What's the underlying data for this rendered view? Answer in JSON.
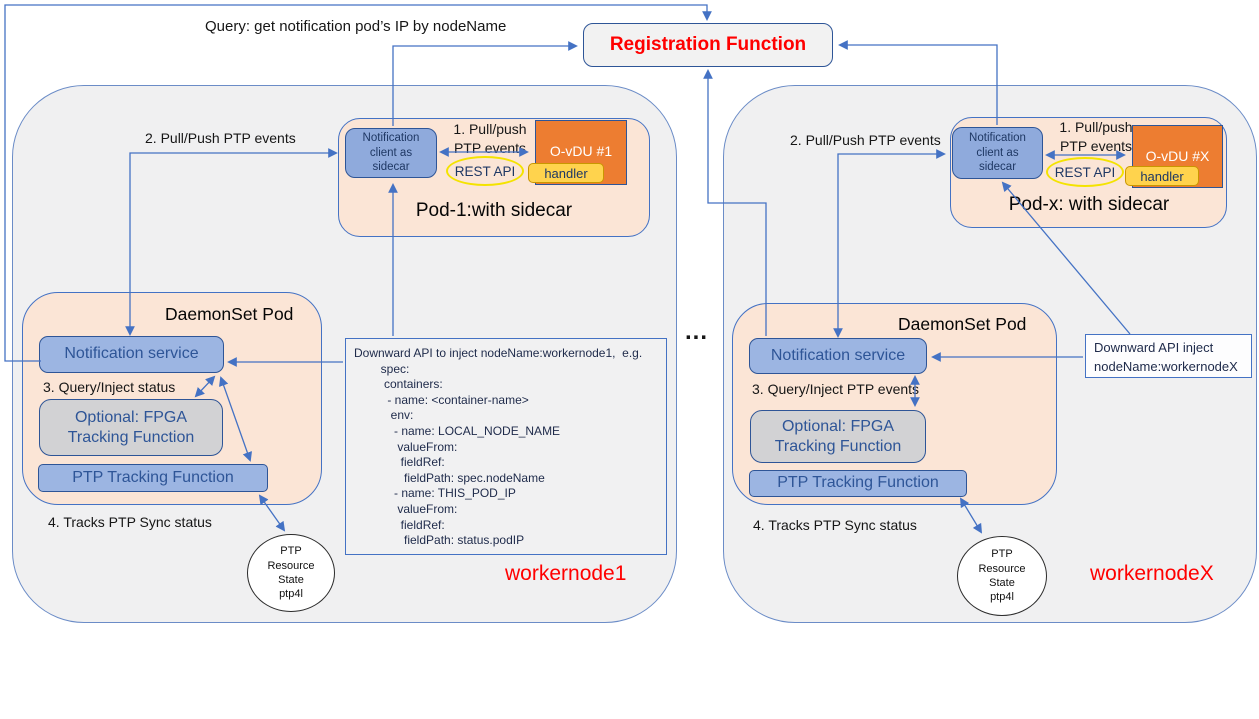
{
  "colors": {
    "arrow": "#4472C4",
    "node_fill": "#f0f0f1",
    "node_border": "#6b8cc7",
    "pod_fill": "#fbe5d6",
    "pod_border": "#4472c4",
    "client_fill": "#8faadc",
    "blue_fill": "#9cb5e2",
    "blue_border": "#2e5597",
    "blue_text": "#2e5597",
    "gray_fill": "#d2d2d4",
    "orange_fill": "#ed7d31",
    "handler_fill": "#ffd34d",
    "handler_border": "#c99700",
    "rf_fill": "#f2f2f2",
    "red": "#ff0000",
    "rest_yellow": "#f4e300"
  },
  "top": {
    "query_label": "Query: get notification pod’s IP by nodeName",
    "registration_function": "Registration Function"
  },
  "separator": "...",
  "nodes": [
    {
      "node_label": "workernode1",
      "pod_title": "Pod-1:with sidecar",
      "client": "Notification\nclient as\nsidecar",
      "pull_push_1": "1. Pull/push\nPTP events",
      "rest_api": "REST API",
      "ovdu": "O-vDU #1",
      "handler": "handler",
      "pull_push_2": "2. Pull/Push PTP events",
      "daemonset_title": "DaemonSet Pod",
      "notification_service": "Notification service",
      "query_inject": "3. Query/Inject status",
      "fpga": "Optional: FPGA\nTracking  Function",
      "ptp_tracking": "PTP Tracking Function",
      "tracks": "4. Tracks PTP Sync status",
      "circle": "PTP\nResource\nState\nptp4l",
      "downward_api": "Downward API to inject nodeName:workernode1,  e.g.\n        spec:\n         containers:\n          - name: <container-name>\n           env:\n            - name: LOCAL_NODE_NAME\n             valueFrom:\n              fieldRef:\n               fieldPath: spec.nodeName\n            - name: THIS_POD_IP\n             valueFrom:\n              fieldRef:\n               fieldPath: status.podIP"
    },
    {
      "node_label": "workernodeX",
      "pod_title": "Pod-x: with sidecar",
      "client": "Notification\nclient as\nsidecar",
      "pull_push_1": "1. Pull/push\nPTP events",
      "rest_api": "REST API",
      "ovdu": "O-vDU #X",
      "handler": "handler",
      "pull_push_2": "2. Pull/Push PTP events",
      "daemonset_title": "DaemonSet Pod",
      "notification_service": "Notification service",
      "query_inject": "3. Query/Inject PTP events",
      "fpga": "Optional: FPGA\nTracking Function",
      "ptp_tracking": "PTP Tracking Function",
      "tracks": "4. Tracks PTP Sync status",
      "circle": "PTP\nResource\nState\nptp4l",
      "downward_api": "Downward API inject\nnodeName:workernodeX"
    }
  ]
}
